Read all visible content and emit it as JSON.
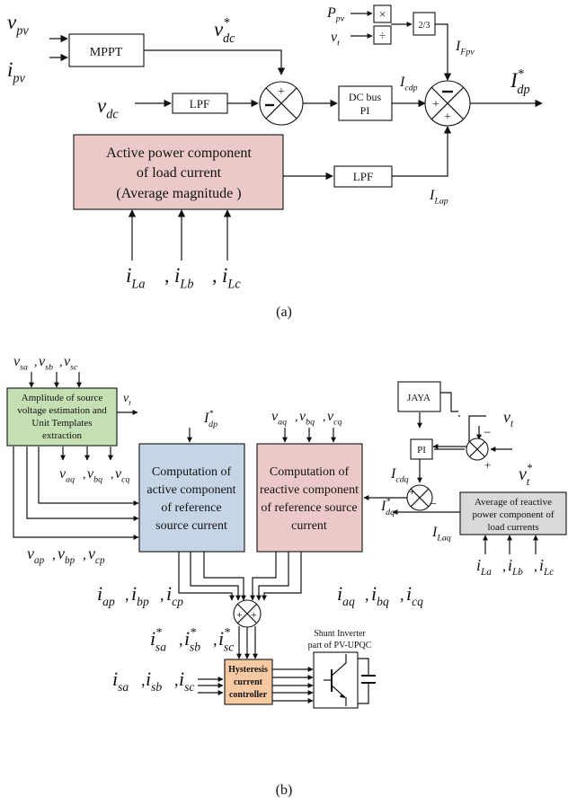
{
  "part_a": {
    "caption": "(a)",
    "inputs": {
      "v_pv": {
        "base": "v",
        "sub": "pv"
      },
      "i_pv": {
        "base": "i",
        "sub": "pv"
      },
      "v_dc": {
        "base": "v",
        "sub": "dc"
      },
      "P_pv": {
        "base": "P",
        "sub": "pv"
      },
      "v_t": {
        "base": "v",
        "sub": "t"
      }
    },
    "signals": {
      "v_dc_star": {
        "base": "v",
        "sub": "dc",
        "sup": "*"
      },
      "I_Fpv": {
        "base": "I",
        "sub": "Fpv"
      },
      "I_cdp": {
        "base": "I",
        "sub": "cdp"
      },
      "I_dp_star": {
        "base": "I",
        "sub": "dp",
        "sup": "*"
      },
      "I_Lap": {
        "base": "I",
        "sub": "Lap"
      },
      "load_currents": [
        {
          "base": "i",
          "sub": "La"
        },
        {
          "base": "i",
          "sub": "Lb"
        },
        {
          "base": "i",
          "sub": "Lc"
        }
      ]
    },
    "blocks": {
      "mppt": "MPPT",
      "lpf1": "LPF",
      "lpf2": "LPF",
      "dcbus_line1": "DC bus",
      "dcbus_line2": "PI",
      "active_line1": "Active power component",
      "active_line2": "of load current",
      "active_line3": "(Average magnitude )",
      "gain": "2/3",
      "mult_sign": "×",
      "div_sign": "÷"
    }
  },
  "part_b": {
    "caption": "(b)",
    "blocks": {
      "amplitude": [
        "Amplitude of source",
        "voltage estimation and",
        "Unit Templates",
        "extraction"
      ],
      "active_comp": [
        "Computation of",
        "active component",
        "of reference",
        "source current"
      ],
      "reactive_comp": [
        "Computation of",
        "reactive component",
        "of reference source",
        "current"
      ],
      "average_reactive": [
        "Average of reactive",
        "power component of",
        "load currents"
      ],
      "jaya": "JAYA",
      "pi": "PI",
      "hysteresis": [
        "Hysteresis",
        "current",
        "controller"
      ],
      "shunt_label": [
        "Shunt Inverter",
        "part of PV-UPQC"
      ]
    },
    "signals": {
      "v_src": [
        {
          "base": "v",
          "sub": "sa"
        },
        {
          "base": "v",
          "sub": "sb"
        },
        {
          "base": "v",
          "sub": "sc"
        }
      ],
      "v_t": {
        "base": "v",
        "sub": "t"
      },
      "I_dp_star": {
        "base": "I",
        "sub": "dp",
        "sup": "*"
      },
      "v_q": [
        {
          "base": "v",
          "sub": "aq"
        },
        {
          "base": "v",
          "sub": "bq"
        },
        {
          "base": "v",
          "sub": "cq"
        }
      ],
      "v_p": [
        {
          "base": "v",
          "sub": "ap"
        },
        {
          "base": "v",
          "sub": "bp"
        },
        {
          "base": "v",
          "sub": "cp"
        }
      ],
      "v_t_right": {
        "base": "v",
        "sub": "t"
      },
      "v_t_star": {
        "base": "v",
        "sub": "t",
        "sup": "*"
      },
      "I_cdq": {
        "base": "I",
        "sub": "cdq"
      },
      "I_dq_star": {
        "base": "I",
        "sub": "dq",
        "sup": "*"
      },
      "I_Laq": {
        "base": "I",
        "sub": "Laq"
      },
      "i_L": [
        {
          "base": "i",
          "sub": "La"
        },
        {
          "base": "i",
          "sub": "Lb"
        },
        {
          "base": "i",
          "sub": "Lc"
        }
      ],
      "i_p": [
        {
          "base": "i",
          "sub": "ap"
        },
        {
          "base": "i",
          "sub": "bp"
        },
        {
          "base": "i",
          "sub": "cp"
        }
      ],
      "i_q": [
        {
          "base": "i",
          "sub": "aq"
        },
        {
          "base": "i",
          "sub": "bq"
        },
        {
          "base": "i",
          "sub": "cq"
        }
      ],
      "i_ref": [
        {
          "base": "i",
          "sub": "sa",
          "sup": "*"
        },
        {
          "base": "i",
          "sub": "sb",
          "sup": "*"
        },
        {
          "base": "i",
          "sub": "sc",
          "sup": "*"
        }
      ],
      "i_s": [
        {
          "base": "i",
          "sub": "sa"
        },
        {
          "base": "i",
          "sub": "sb"
        },
        {
          "base": "i",
          "sub": "sc"
        }
      ]
    },
    "colors": {
      "amplitude_fill": "#c5dfb4",
      "active_fill": "#c6d5e6",
      "reactive_fill": "#ecc9c9",
      "average_fill": "#d9d9d9",
      "hysteresis_fill": "#f6c9a3"
    }
  },
  "colors": {
    "active_power_fill": "#ecc9c9"
  }
}
